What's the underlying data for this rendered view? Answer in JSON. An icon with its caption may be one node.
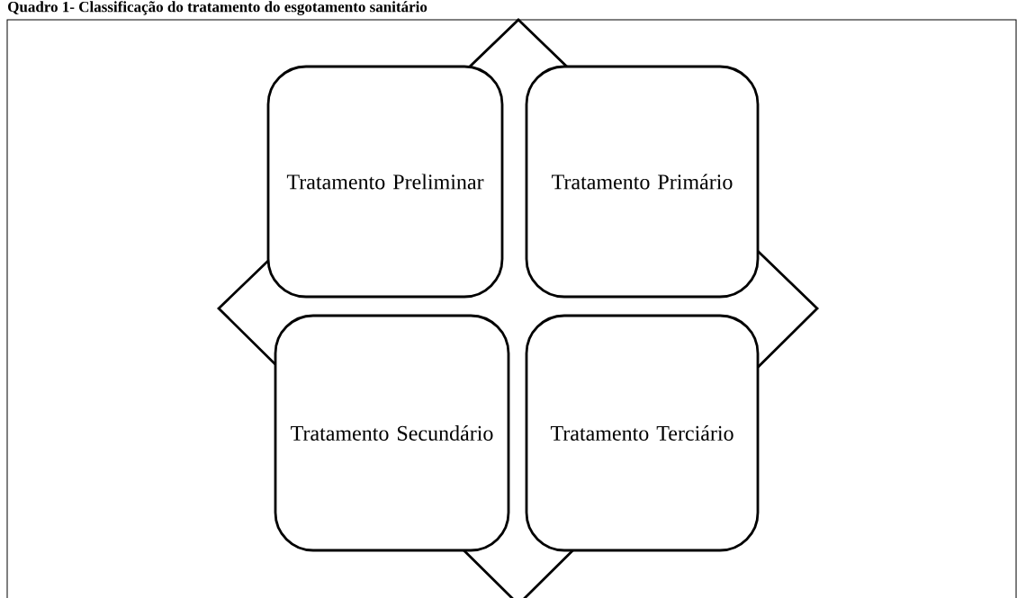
{
  "diagram": {
    "title": "Quadro 1- Classificação do tratamento do esgotamento sanitário",
    "nodes": [
      {
        "text": [
          "Tratamento Preliminar"
        ]
      },
      {
        "text": [
          "Tratamento Primário"
        ]
      },
      {
        "text": [
          "Tratamento Secundário"
        ]
      },
      {
        "text": [
          "Tratamento Terciário"
        ]
      }
    ]
  }
}
